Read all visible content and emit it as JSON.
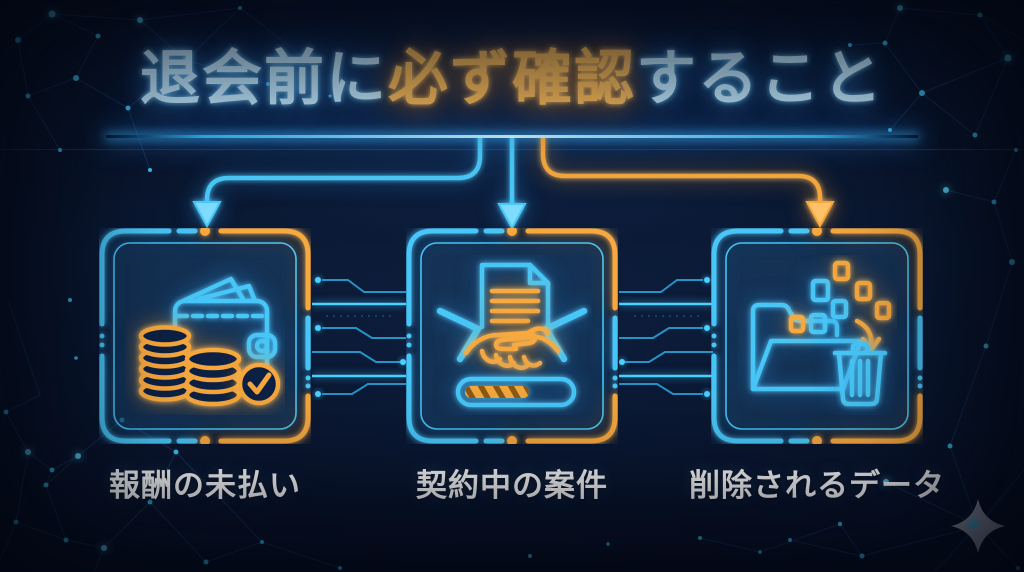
{
  "title": {
    "full": "退会前に必ず確認すること",
    "part1": "退会前に",
    "part2": "必ず確認",
    "part3": "すること"
  },
  "colors": {
    "background": "#0a1630",
    "neon_blue": "#47c7f8",
    "neon_orange": "#f7a83e",
    "title_blue": "#bfe6fc",
    "title_orange": "#f6b95a",
    "label_text": "#ffffff"
  },
  "cards": [
    {
      "label": "報酬の未払い",
      "icon": "wallet-coins-check-icon",
      "arrow_color": "blue"
    },
    {
      "label": "契約中の案件",
      "icon": "handshake-contract-icon",
      "arrow_color": "blue"
    },
    {
      "label": "削除されるデータ",
      "icon": "folder-delete-trash-icon",
      "arrow_color": "orange"
    }
  ],
  "decor": {
    "divider": "glowing-horizontal-line",
    "sparkle": "sparkle-star-icon",
    "background_pattern": "constellation-network"
  }
}
